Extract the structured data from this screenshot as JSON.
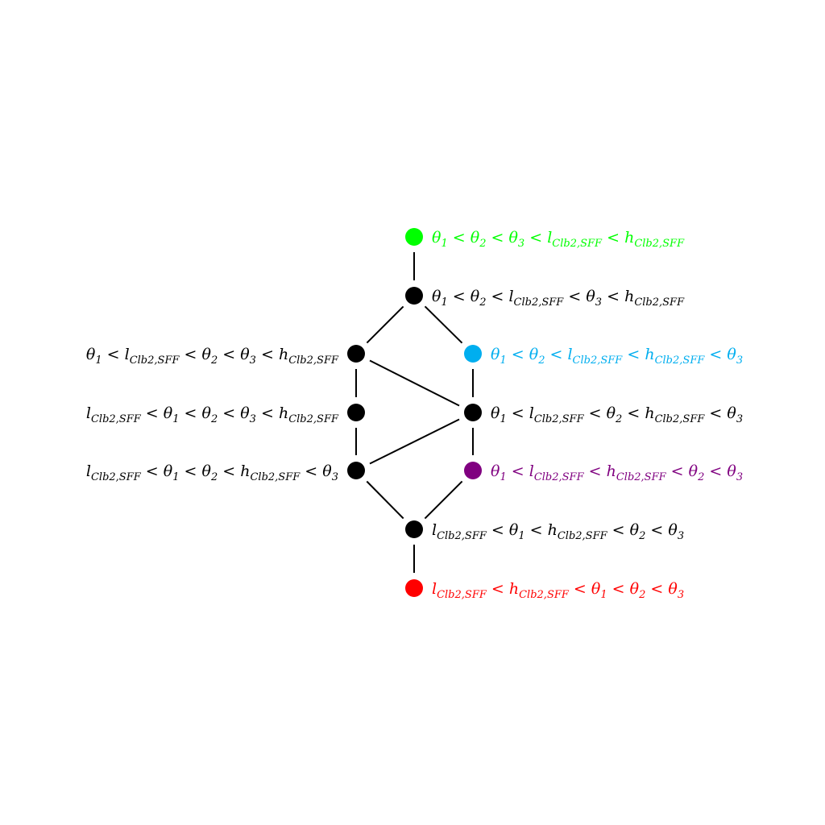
{
  "colors": {
    "default": "#000000",
    "top": "#00ff00",
    "cyan": "#00aeef",
    "purple": "#800080",
    "bottom": "#ff0000",
    "edge": "#000000"
  },
  "nodes": [
    {
      "id": "n1",
      "color": "top",
      "label": [
        [
          "θ",
          "1"
        ],
        " < ",
        [
          "θ",
          "2"
        ],
        " < ",
        [
          "θ",
          "3"
        ],
        " < ",
        [
          "l",
          "Clb2,SFF"
        ],
        " < ",
        [
          "h",
          "Clb2,SFF"
        ]
      ]
    },
    {
      "id": "n2",
      "color": "default",
      "label": [
        [
          "θ",
          "1"
        ],
        " < ",
        [
          "θ",
          "2"
        ],
        " < ",
        [
          "l",
          "Clb2,SFF"
        ],
        " < ",
        [
          "θ",
          "3"
        ],
        " < ",
        [
          "h",
          "Clb2,SFF"
        ]
      ]
    },
    {
      "id": "n3",
      "color": "default",
      "label": [
        [
          "θ",
          "1"
        ],
        " < ",
        [
          "l",
          "Clb2,SFF"
        ],
        " < ",
        [
          "θ",
          "2"
        ],
        " < ",
        [
          "θ",
          "3"
        ],
        " < ",
        [
          "h",
          "Clb2,SFF"
        ]
      ]
    },
    {
      "id": "n4",
      "color": "cyan",
      "label": [
        [
          "θ",
          "1"
        ],
        " < ",
        [
          "θ",
          "2"
        ],
        " < ",
        [
          "l",
          "Clb2,SFF"
        ],
        " < ",
        [
          "h",
          "Clb2,SFF"
        ],
        " < ",
        [
          "θ",
          "3"
        ]
      ]
    },
    {
      "id": "n5",
      "color": "default",
      "label": [
        [
          "l",
          "Clb2,SFF"
        ],
        " < ",
        [
          "θ",
          "1"
        ],
        " < ",
        [
          "θ",
          "2"
        ],
        " < ",
        [
          "θ",
          "3"
        ],
        " < ",
        [
          "h",
          "Clb2,SFF"
        ]
      ]
    },
    {
      "id": "n6",
      "color": "default",
      "label": [
        [
          "θ",
          "1"
        ],
        " < ",
        [
          "l",
          "Clb2,SFF"
        ],
        " < ",
        [
          "θ",
          "2"
        ],
        " < ",
        [
          "h",
          "Clb2,SFF"
        ],
        " < ",
        [
          "θ",
          "3"
        ]
      ]
    },
    {
      "id": "n7",
      "color": "default",
      "label": [
        [
          "l",
          "Clb2,SFF"
        ],
        " < ",
        [
          "θ",
          "1"
        ],
        " < ",
        [
          "θ",
          "2"
        ],
        " < ",
        [
          "h",
          "Clb2,SFF"
        ],
        " < ",
        [
          "θ",
          "3"
        ]
      ]
    },
    {
      "id": "n8",
      "color": "purple",
      "label": [
        [
          "θ",
          "1"
        ],
        " < ",
        [
          "l",
          "Clb2,SFF"
        ],
        " < ",
        [
          "h",
          "Clb2,SFF"
        ],
        " < ",
        [
          "θ",
          "2"
        ],
        " < ",
        [
          "θ",
          "3"
        ]
      ]
    },
    {
      "id": "n9",
      "color": "default",
      "label": [
        [
          "l",
          "Clb2,SFF"
        ],
        " < ",
        [
          "θ",
          "1"
        ],
        " < ",
        [
          "h",
          "Clb2,SFF"
        ],
        " < ",
        [
          "θ",
          "2"
        ],
        " < ",
        [
          "θ",
          "3"
        ]
      ]
    },
    {
      "id": "n10",
      "color": "bottom",
      "label": [
        [
          "l",
          "Clb2,SFF"
        ],
        " < ",
        [
          "h",
          "Clb2,SFF"
        ],
        " < ",
        [
          "θ",
          "1"
        ],
        " < ",
        [
          "θ",
          "2"
        ],
        " < ",
        [
          "θ",
          "3"
        ]
      ]
    }
  ],
  "edges": [
    [
      "n1",
      "n2"
    ],
    [
      "n2",
      "n3"
    ],
    [
      "n2",
      "n4"
    ],
    [
      "n3",
      "n5"
    ],
    [
      "n3",
      "n6"
    ],
    [
      "n4",
      "n6"
    ],
    [
      "n5",
      "n7"
    ],
    [
      "n6",
      "n7"
    ],
    [
      "n6",
      "n8"
    ],
    [
      "n7",
      "n9"
    ],
    [
      "n8",
      "n9"
    ],
    [
      "n9",
      "n10"
    ]
  ]
}
